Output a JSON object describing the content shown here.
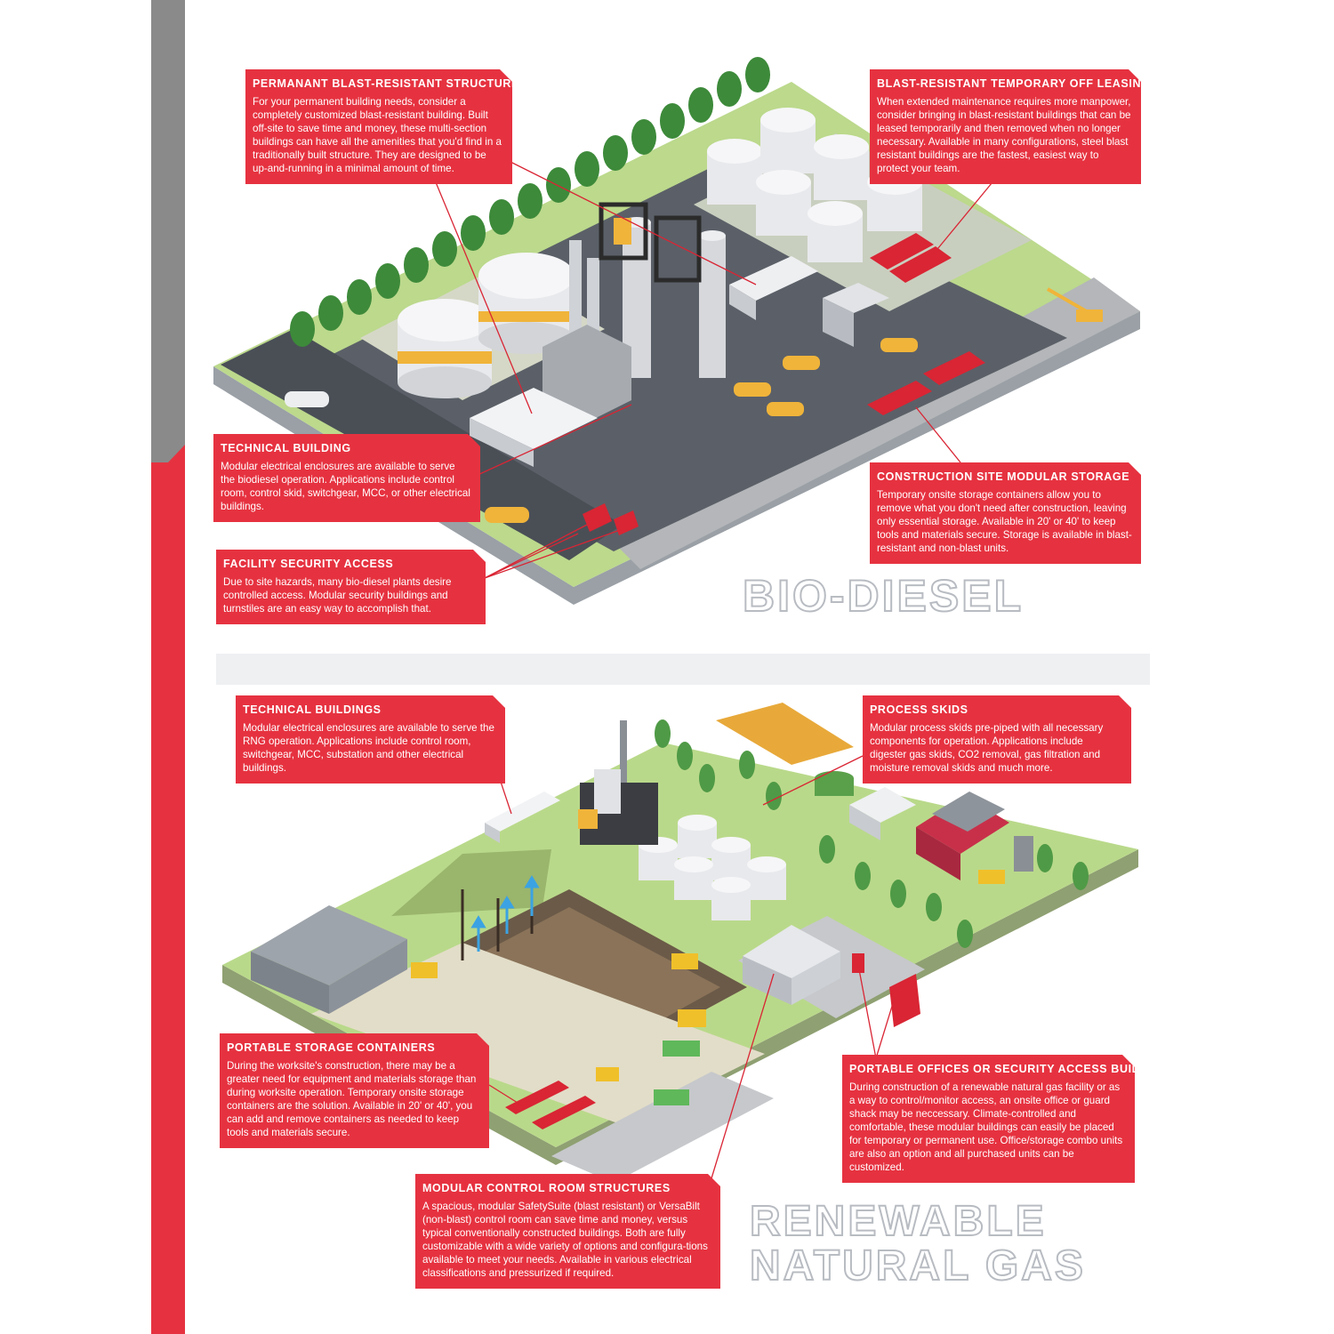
{
  "biodiesel": {
    "title": "BIO-DIESEL",
    "callouts": [
      {
        "title": "PERMANANT BLAST-RESISTANT STRUCTURES",
        "body": "For your permanent building needs, consider a completely customized blast-resistant building. Built off-site to save time and money, these multi-section buildings can have all the amenities that you'd find in a traditionally built structure. They are designed to be up-and-running in a minimal amount of time."
      },
      {
        "title": "BLAST-RESISTANT TEMPORARY OFF LEASING",
        "body": "When extended maintenance requires more manpower, consider bringing in blast-resistant buildings that can be leased temporarily and then removed when no longer necessary. Available in many configurations, steel blast resistant buildings are the fastest, easiest way to protect your team."
      },
      {
        "title": "TECHNICAL BUILDING",
        "body": "Modular electrical enclosures are available to serve the biodiesel operation.  Applications include control room, control skid, switchgear, MCC, or other electrical buildings."
      },
      {
        "title": "CONSTRUCTION SITE MODULAR STORAGE",
        "body": "Temporary onsite storage containers allow you to remove what you don't need after construction, leaving only essential storage. Available in 20' or 40' to keep tools and materials secure. Storage is available in blast-resistant and non-blast units."
      },
      {
        "title": "FACILITY SECURITY ACCESS",
        "body": "Due to site hazards, many bio-diesel plants desire controlled access. Modular security buildings and turnstiles are an easy way to accomplish that."
      }
    ]
  },
  "rng": {
    "title_line1": "RENEWABLE",
    "title_line2": "NATURAL GAS",
    "callouts": [
      {
        "title": "TECHNICAL BUILDINGS",
        "body": "Modular electrical enclosures are available to serve the RNG operation.  Applications include control room, switchgear, MCC, substation and other electrical buildings."
      },
      {
        "title": "PROCESS SKIDS",
        "body": "Modular process skids pre-piped with all necessary components for operation.  Applications include digester gas skids, CO2 removal, gas filtration and moisture removal skids and much more."
      },
      {
        "title": "PORTABLE STORAGE CONTAINERS",
        "body": "During the worksite's construction, there may be a greater need for equipment and materials storage than during worksite operation. Temporary onsite storage containers are the solution. Available in 20' or 40', you can add and remove containers as needed to keep tools and materials secure."
      },
      {
        "title": "PORTABLE OFFICES OR SECURITY ACCESS BUILDINGS",
        "body": "During construction of a renewable natural gas facility or as a way to control/monitor access, an onsite office or guard shack may be neccessary.  Climate-controlled and comfortable, these modular buildings can easily be placed for temporary or permanent use.  Office/storage combo units are also an option and all purchased units can be customized."
      },
      {
        "title": "MODULAR CONTROL ROOM STRUCTURES",
        "body": "A spacious, modular SafetySuite (blast resistant) or VersaBilt (non-blast) control room can save time and money, versus typical conventionally constructed buildings.  Both are fully customizable with a wide variety of options and configura-tions available to meet your needs.  Available in various electrical classifications and pressurized if required."
      }
    ]
  },
  "colors": {
    "accent_red": "#e63240",
    "side_gray": "#8a8a8a",
    "ground_green": "#b9d98a",
    "asphalt": "#5a5f66",
    "tank_white": "#e8e9ec"
  }
}
